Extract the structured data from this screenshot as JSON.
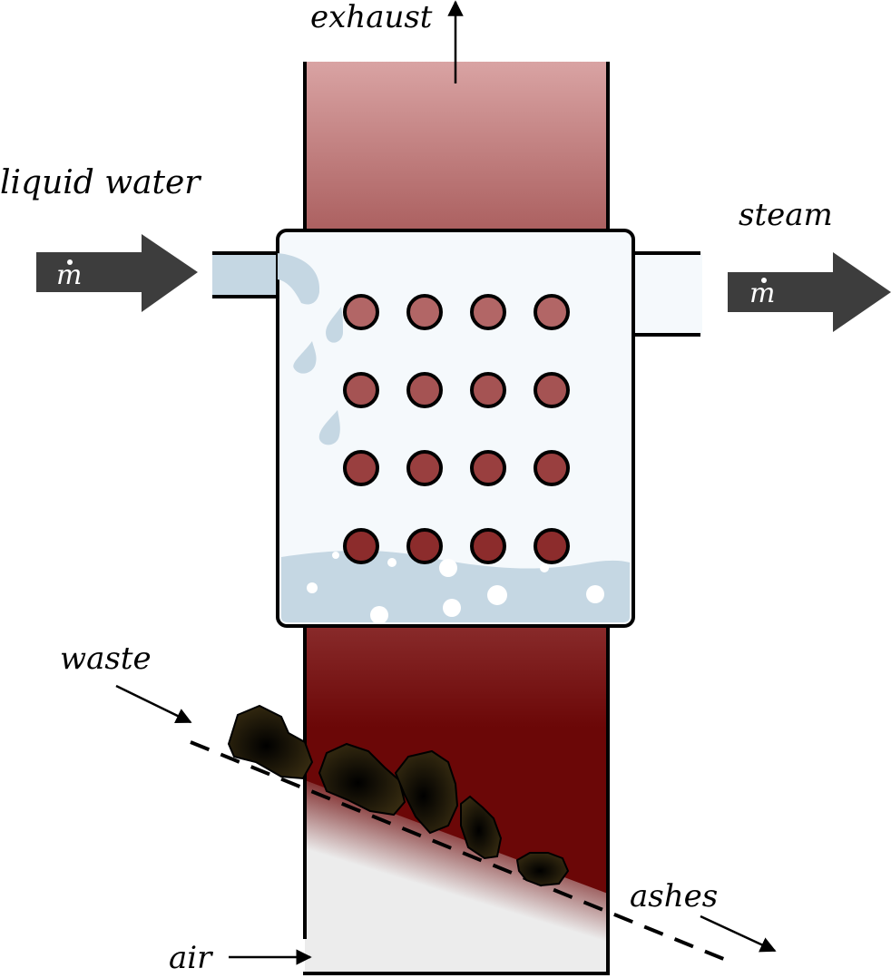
{
  "labels": {
    "exhaust": "exhaust",
    "liquid_water": "liquid water",
    "steam": "steam",
    "waste": "waste",
    "ashes": "ashes",
    "air": "air"
  },
  "mass_flow_symbol": "m",
  "tubes": {
    "rows": 4,
    "cols": 4
  },
  "colors": {
    "outline": "#000000",
    "flow_arrow": "#3d3d3d",
    "water": "#c5d7e3",
    "vessel": "#f5f9fc",
    "exhaust_top": "#d9a3a3",
    "exhaust_bottom": "#aa5e5e",
    "furnace": "#6b0707",
    "tube_top": "#b26666",
    "tube_bottom": "#8c2c2c",
    "waste": "#2a200c",
    "air": "#ececec"
  }
}
